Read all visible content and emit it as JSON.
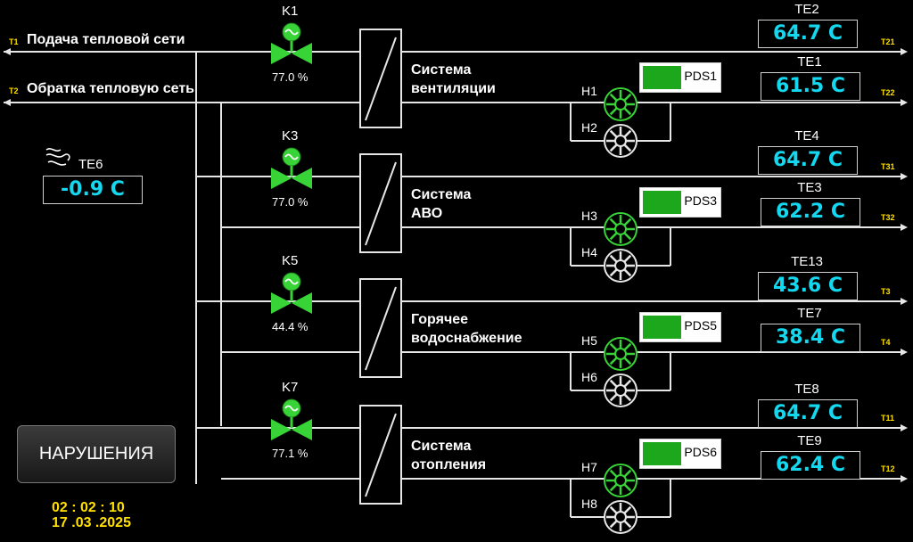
{
  "lines": {
    "supply_label": "Подача тепловой сети",
    "return_label": "Обратка тепловую сеть",
    "supply_tag": "T1",
    "return_tag": "T2"
  },
  "valves": [
    {
      "name": "K1",
      "percent": "77.0 %"
    },
    {
      "name": "K3",
      "percent": "77.0 %"
    },
    {
      "name": "K5",
      "percent": "44.4 %"
    },
    {
      "name": "K7",
      "percent": "77.1 %"
    }
  ],
  "systems": [
    {
      "line1": "Система",
      "line2": "вентиляции"
    },
    {
      "line1": "Система",
      "line2": "АВО"
    },
    {
      "line1": "Горячее",
      "line2": "водоснабжение"
    },
    {
      "line1": "Система",
      "line2": "отопления"
    }
  ],
  "pds": [
    {
      "name": "PDS1",
      "level": 0.5
    },
    {
      "name": "PDS3",
      "level": 0.5
    },
    {
      "name": "PDS5",
      "level": 0.5
    },
    {
      "name": "PDS6",
      "level": 0.5
    }
  ],
  "pumps": [
    "H1",
    "H2",
    "H3",
    "H4",
    "H5",
    "H6",
    "H7",
    "H8"
  ],
  "sensors_supply": [
    {
      "name": "TE2",
      "value": "64.7 C",
      "tag": "T21"
    },
    {
      "name": "TE4",
      "value": "64.7 C",
      "tag": "T31"
    },
    {
      "name": "TE13",
      "value": "43.6 C",
      "tag": "T3"
    },
    {
      "name": "TE8",
      "value": "64.7 C",
      "tag": "T11"
    }
  ],
  "sensors_return": [
    {
      "name": "TE1",
      "value": "61.5 C",
      "tag": "T22"
    },
    {
      "name": "TE3",
      "value": "62.2 C",
      "tag": "T32"
    },
    {
      "name": "TE7",
      "value": "38.4 C",
      "tag": "T4"
    },
    {
      "name": "TE9",
      "value": "62.4 C",
      "tag": "T12"
    }
  ],
  "outdoor": {
    "name": "TE6",
    "value": "-0.9 C",
    "icon": "wind-icon"
  },
  "alarm_button": "НАРУШЕНИЯ",
  "clock": {
    "time": "02 : 02 : 10",
    "date": "17 .03 .2025"
  },
  "colors": {
    "value": "#13d8f0",
    "valve": "#37d337",
    "pds_bar": "#1ca71c",
    "tag": "#ffe000"
  }
}
